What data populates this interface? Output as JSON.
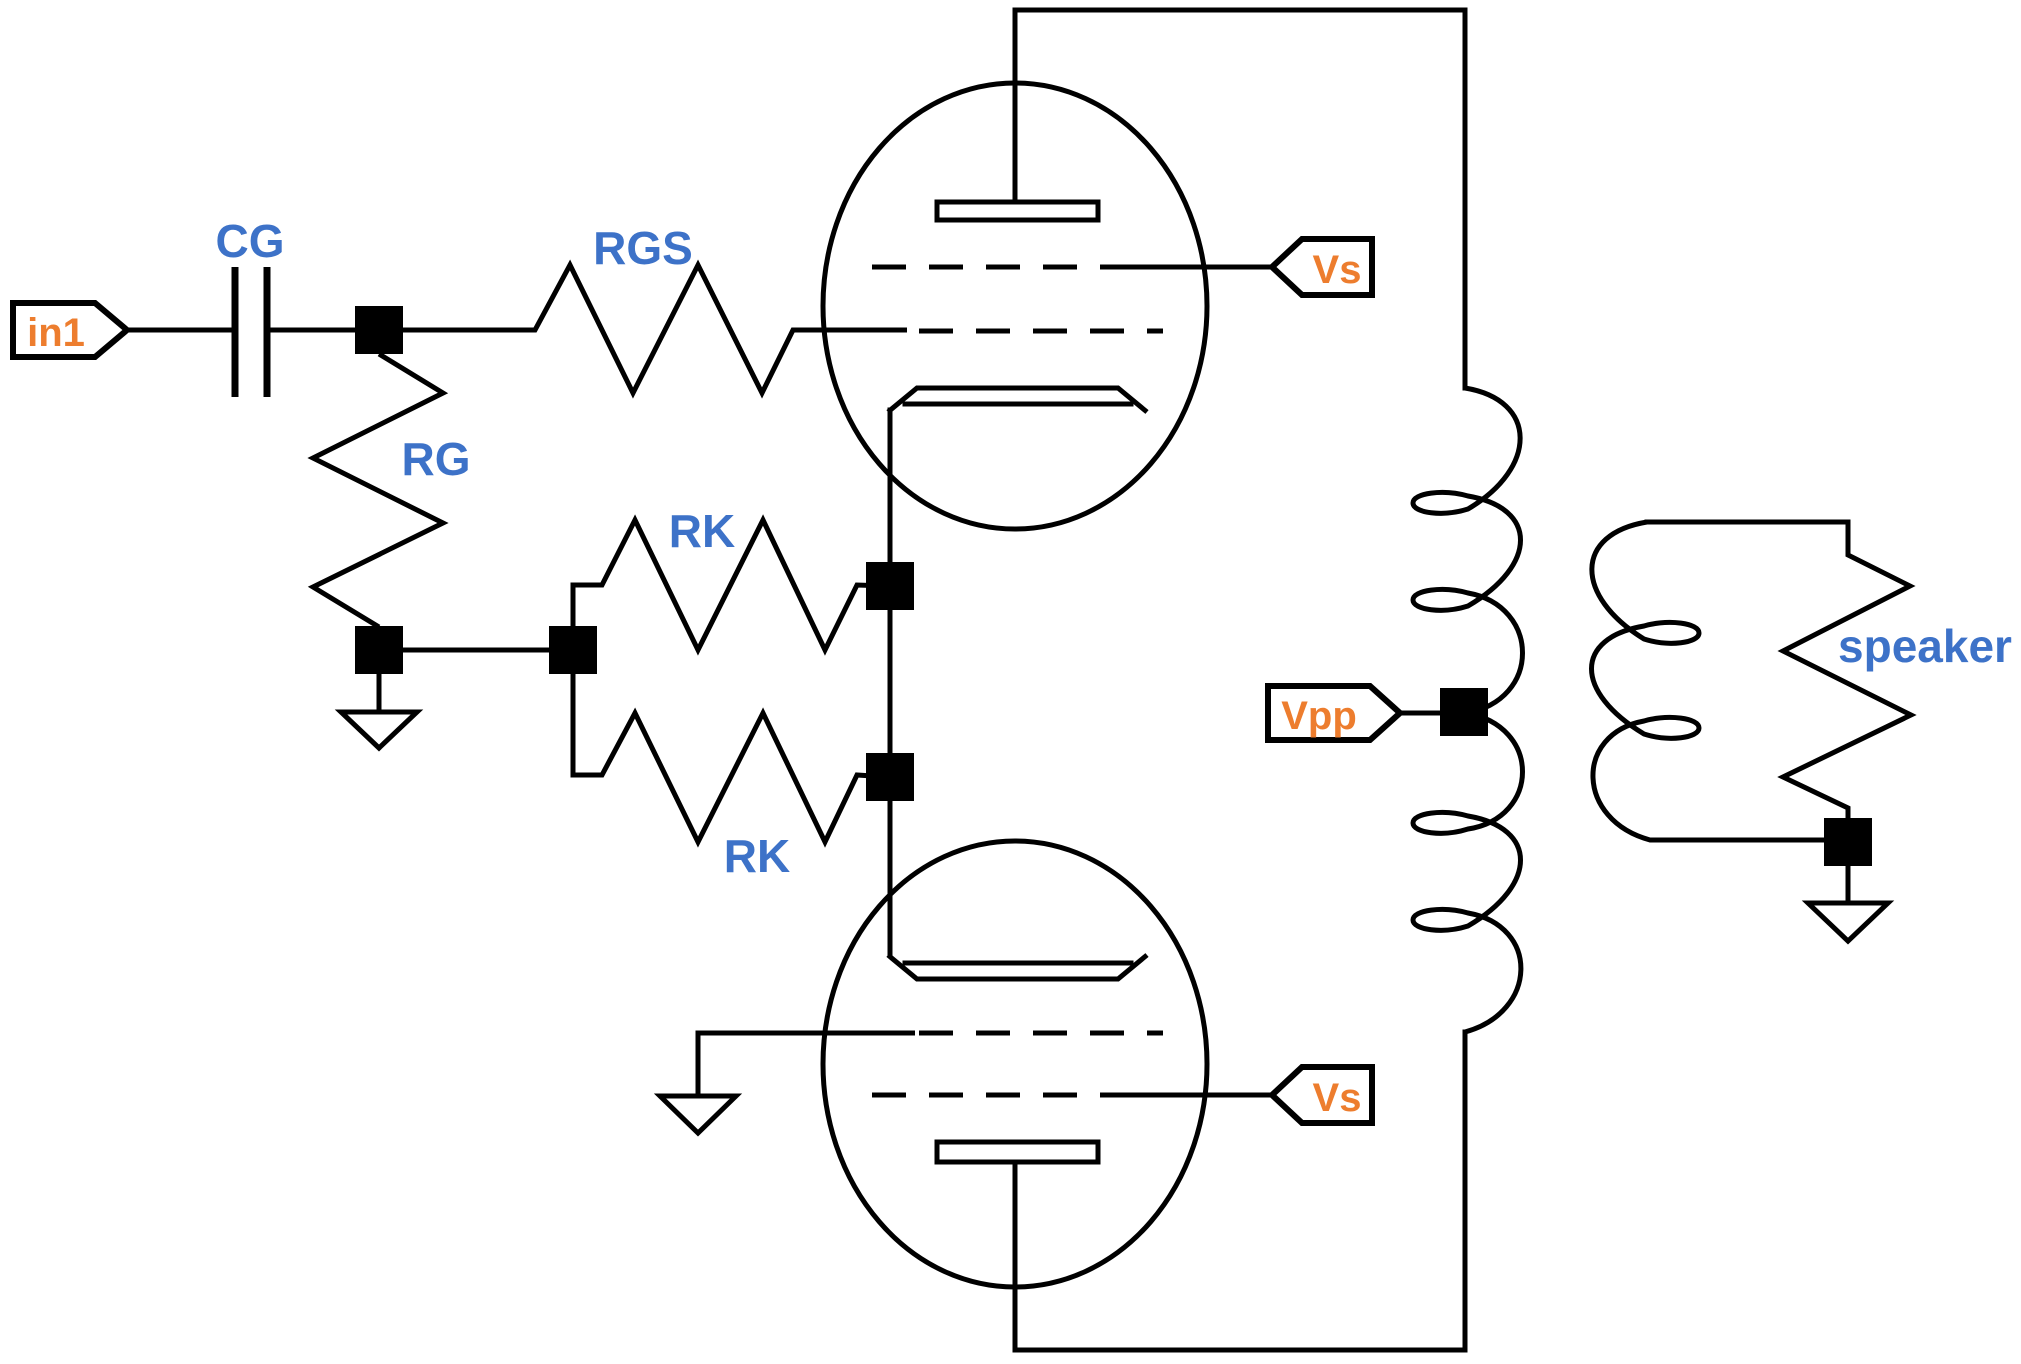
{
  "labels": {
    "cg": "CG",
    "rgs": "RGS",
    "rg": "RG",
    "rk_top": "RK",
    "rk_bottom": "RK",
    "speaker": "speaker"
  },
  "ports": {
    "in1": {
      "label": "in1"
    },
    "vs_top": {
      "label": "Vs"
    },
    "vpp": {
      "label": "Vpp"
    },
    "vs_bottom": {
      "label": "Vs"
    }
  },
  "colors": {
    "label_blue": "#3d72c8",
    "port_orange": "#ed7d2e",
    "wire_black": "#000000",
    "background": "#ffffff"
  }
}
